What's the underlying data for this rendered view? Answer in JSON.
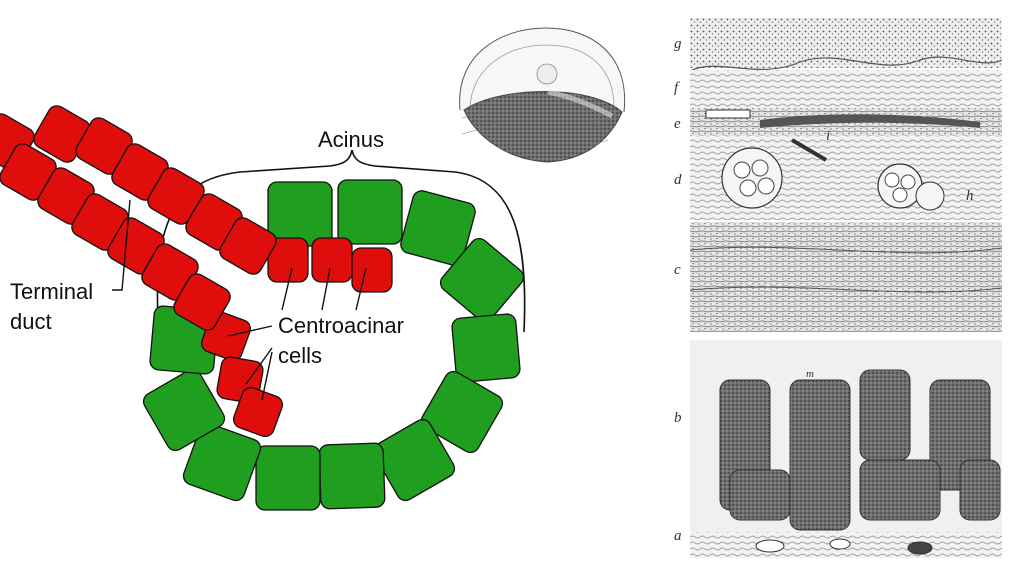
{
  "labels": {
    "acinus": "Acinus",
    "terminal_duct_line1": "Terminal",
    "terminal_duct_line2": "duct",
    "centroacinar_line1": "Centroacinar",
    "centroacinar_line2": "cells"
  },
  "histology": {
    "layers": [
      {
        "letter": "g"
      },
      {
        "letter": "f"
      },
      {
        "letter": "e"
      },
      {
        "letter": "d"
      },
      {
        "letter": "c"
      },
      {
        "letter": "b"
      },
      {
        "letter": "a"
      }
    ],
    "inner_letters": {
      "i": "i",
      "h": "h",
      "m": "m"
    }
  },
  "colors": {
    "acinar_cell": "#1f9e1f",
    "duct_cell": "#e00d0d",
    "outline": "#111111"
  }
}
